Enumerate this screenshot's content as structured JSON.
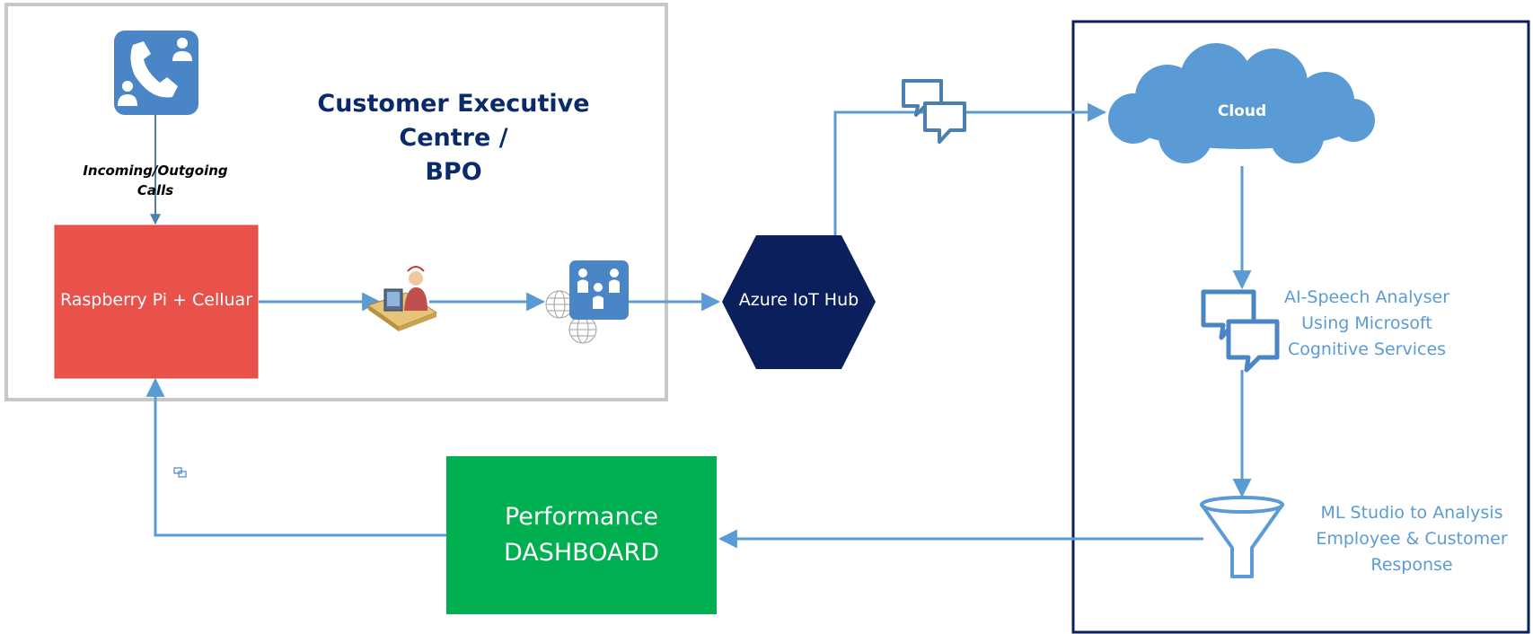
{
  "bpo": {
    "title_line1": "Customer Executive Centre /",
    "title_line2": "BPO",
    "calls_line1": "Incoming/Outgoing",
    "calls_line2": "Calls",
    "device_label": "Raspberry Pi + Celluar"
  },
  "iot_hub": {
    "label": "Azure IoT Hub"
  },
  "cloud": {
    "label": "Cloud",
    "speech_line1": "AI-Speech Analyser",
    "speech_line2": "Using Microsoft",
    "speech_line3": "Cognitive Services",
    "ml_line1": "ML Studio to Analysis",
    "ml_line2": "Employee & Customer",
    "ml_line3": "Response"
  },
  "dashboard": {
    "line1": "Performance",
    "line2": "DASHBOARD"
  },
  "icons": [
    "phone-conference-icon",
    "call-agent-icon",
    "network-users-icon",
    "chat-bubbles-icon",
    "cloud-icon",
    "funnel-icon"
  ],
  "colors": {
    "arrow": "#5b9bd5",
    "device_red": "#e8524a",
    "hub_navy": "#0b1f5c",
    "dashboard_green": "#00b050",
    "title_navy": "#0b2a6a",
    "cloud_blue": "#5b9bd5",
    "cloud_frame": "#0b1f5c",
    "bpo_frame": "#c8c8c8"
  }
}
